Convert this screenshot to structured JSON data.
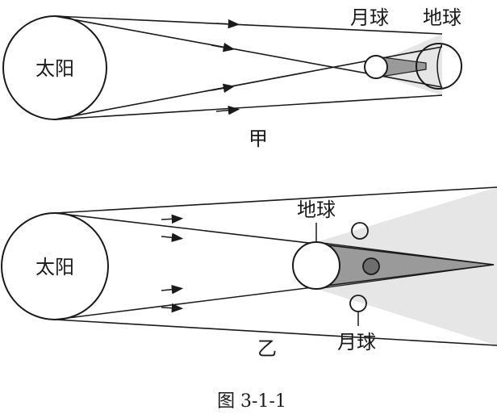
{
  "diagram_a": {
    "sun_label": "太阳",
    "moon_label": "月球",
    "earth_label": "地球",
    "panel_label": "甲"
  },
  "diagram_b": {
    "sun_label": "太阳",
    "earth_label": "地球",
    "moon_label": "月球",
    "panel_label": "乙"
  },
  "figure_caption": "图 3-1-1",
  "colors": {
    "line": "#1a1a1a",
    "umbra": "#9a9a9a",
    "penumbra": "#e6e6e6",
    "moon_in_shadow": "#6e6e6e",
    "background": "#ffffff"
  }
}
